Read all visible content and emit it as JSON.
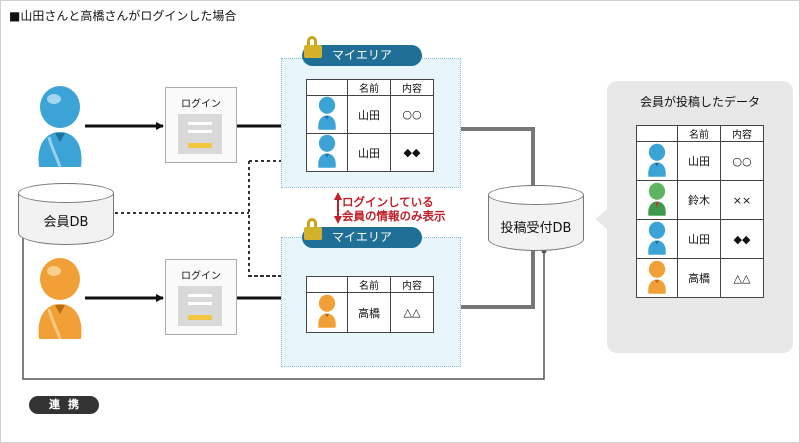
{
  "title": "■山田さんと高橋さんがログインした場合",
  "login_box": {
    "label": "ログイン"
  },
  "my_area": {
    "label": "マイエリア"
  },
  "table_headers": {
    "name": "名前",
    "content": "内容"
  },
  "area_top_rows": [
    {
      "avatar": "blue",
      "name": "山田",
      "content": "○○"
    },
    {
      "avatar": "blue",
      "name": "山田",
      "content": "◆◆"
    }
  ],
  "area_bottom_rows": [
    {
      "avatar": "orange",
      "name": "高橋",
      "content": "△△"
    }
  ],
  "member_db": {
    "label": "会員DB"
  },
  "post_db": {
    "label": "投稿受付DB"
  },
  "note": {
    "line1": "ログインしている",
    "line2": "会員の情報のみ表示"
  },
  "panel": {
    "title": "会員が投稿したデータ",
    "rows": [
      {
        "avatar": "blue",
        "name": "山田",
        "content": "○○"
      },
      {
        "avatar": "green",
        "name": "鈴木",
        "content": "××"
      },
      {
        "avatar": "blue",
        "name": "山田",
        "content": "◆◆"
      },
      {
        "avatar": "orange",
        "name": "高橋",
        "content": "△△"
      }
    ]
  },
  "renkei": {
    "label": "連携"
  },
  "colors": {
    "blue": "#3ba3d6",
    "orange": "#f0a037",
    "green": "#3e9a4a",
    "area_tag": "#1f6f96",
    "lock": "#d4b12b",
    "note": "#c0202a"
  }
}
